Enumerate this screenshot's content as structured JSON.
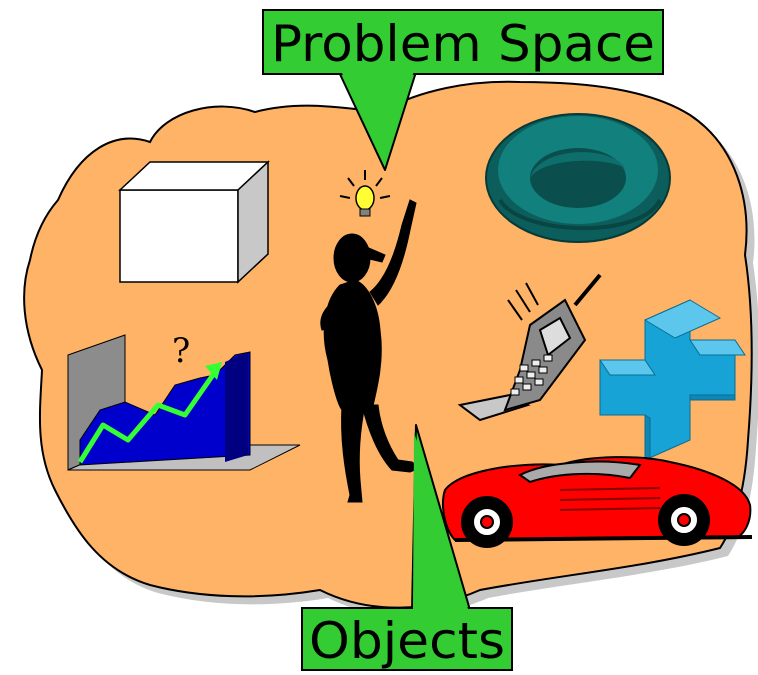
{
  "diagram": {
    "callouts": [
      {
        "id": "top",
        "label": "Problem Space"
      },
      {
        "id": "bottom",
        "label": "Objects"
      }
    ],
    "chart_clipart": {
      "annotation": "?"
    },
    "illustrations": [
      "white-cube-icon",
      "growth-chart-icon",
      "thinking-person-icon",
      "light-bulb-icon",
      "teal-ring-icon",
      "mobile-phone-icon",
      "blue-cross-block-icon",
      "red-sports-car-icon"
    ]
  },
  "colors": {
    "blob_fill": "#FFB366",
    "callout_fill": "#33CC33",
    "cube_fill": "#FFFFFF",
    "chart_blue": "#0000CC",
    "chart_line": "#33FF33",
    "ring": "#0E6E6B",
    "cross": "#17A3D6",
    "car": "#FF0000"
  }
}
